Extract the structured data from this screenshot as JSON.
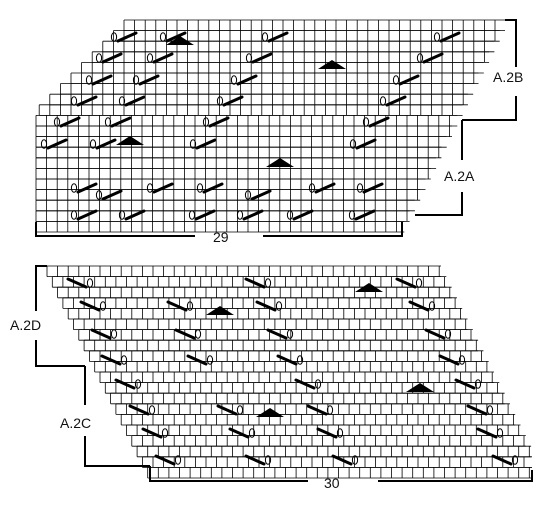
{
  "diagram": {
    "upper_chart": {
      "labels": {
        "a2b": "A.2B",
        "a2a": "A.2A",
        "width_count": "29"
      }
    },
    "lower_chart": {
      "labels": {
        "a2d": "A.2D",
        "a2c": "A.2C",
        "width_count": "30"
      }
    },
    "symbols": [
      "yarn-over-oval",
      "decrease-diagonal-bar",
      "double-decrease-triangle"
    ],
    "colors": {
      "grid": "#000000",
      "symbol": "#000000",
      "background": "#ffffff"
    }
  }
}
